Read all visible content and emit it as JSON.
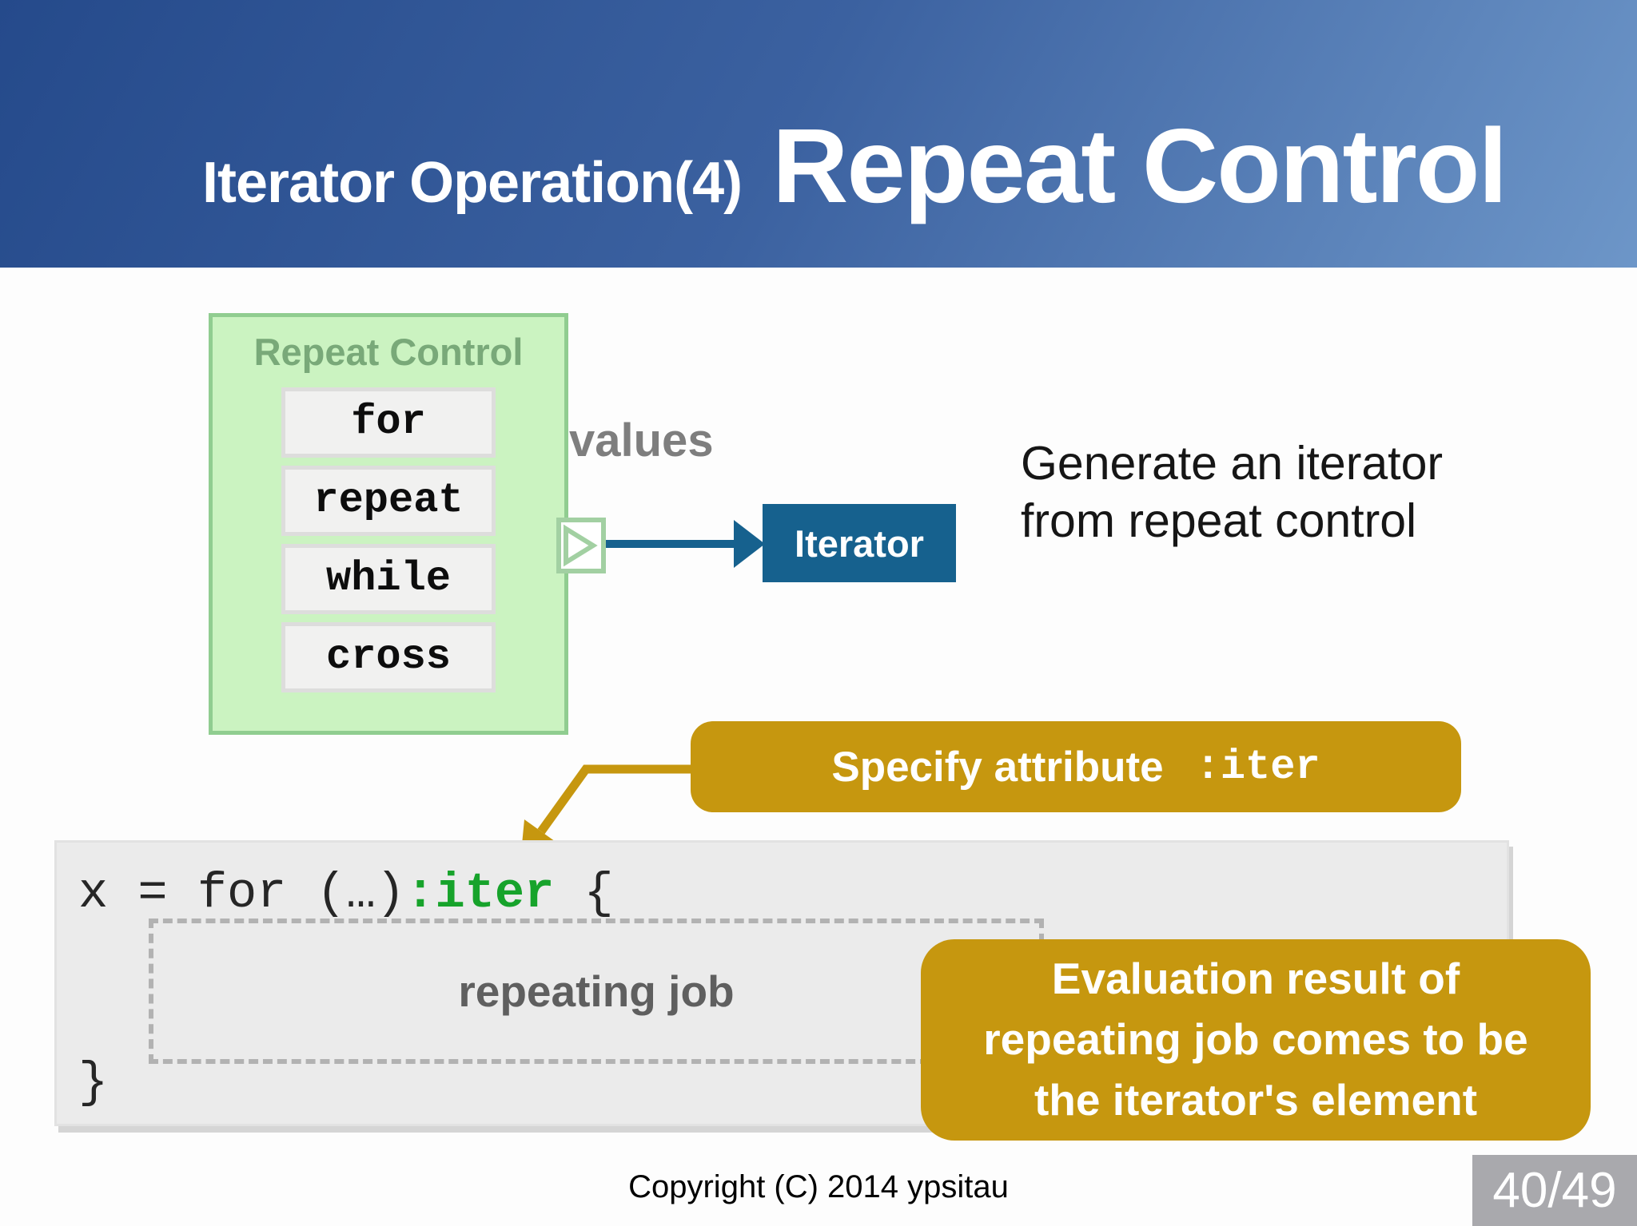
{
  "header": {
    "subtitle": "Iterator Operation(4)",
    "title": "Repeat Control"
  },
  "diagram": {
    "repeat_control": {
      "title": "Repeat Control",
      "items": [
        "for",
        "repeat",
        "while",
        "cross"
      ]
    },
    "values_label": "values",
    "iterator_label": "Iterator",
    "caption": "Generate an iterator\nfrom repeat control"
  },
  "callouts": {
    "specify": {
      "text": "Specify attribute",
      "code": ":iter"
    },
    "evaluation": {
      "text": "Evaluation result of\nrepeating job comes to be\nthe iterator's element"
    }
  },
  "code_block": {
    "prefix": "x = for (…)",
    "attr": ":iter",
    "suffix": " {",
    "body_label": "repeating job",
    "close_brace": "}"
  },
  "footer": {
    "copyright": "Copyright (C) 2014 ypsitau",
    "page": "40/49"
  },
  "colors": {
    "accent_gold": "#c6970f",
    "accent_blue": "#16618e",
    "accent_green": "#90cd90",
    "code_green": "#17a32b",
    "header_dark": "#254a8b",
    "header_light": "#6d96c8"
  }
}
